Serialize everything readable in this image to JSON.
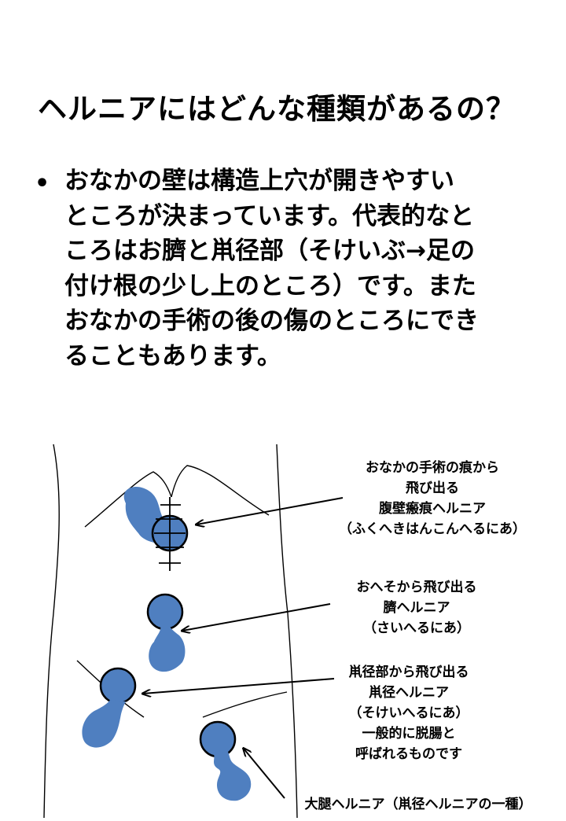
{
  "title": "ヘルニアにはどんな種類があるの？",
  "bullet": {
    "marker": "•",
    "lines": [
      "おなかの壁は構造上穴が開きやすい",
      "ところが決まっています。代表的なと",
      "ころはお臍と鼡径部（そけいぶ→足の",
      "付け根の少し上のところ）です。また",
      "おなかの手術の後の傷のところにでき",
      "ることもあります。"
    ]
  },
  "labels": {
    "incisional": [
      "おなかの手術の痕から",
      "飛び出る",
      "腹壁瘢痕ヘルニア",
      "（ふくへきはんこんへるにあ）"
    ],
    "umbilical": [
      "おへそから飛び出る",
      "臍ヘルニア",
      "（さいへるにあ）"
    ],
    "inguinal": [
      "鼡径部から飛び出る",
      "鼡径ヘルニア",
      "（そけいへるにあ）",
      "一般的に脱腸と",
      "呼ばれるものです"
    ],
    "femoral": "大腿ヘルニア（鼡径ヘルニアの一種）"
  },
  "colors": {
    "hernia_fill": "#4f7fc0",
    "outline": "#000000",
    "text": "#000000",
    "background": "#ffffff"
  }
}
